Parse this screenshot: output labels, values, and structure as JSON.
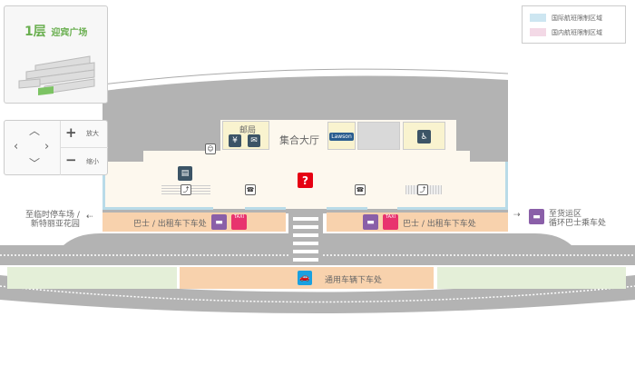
{
  "floor_card": {
    "floor": "1层",
    "name": "迎宾广场"
  },
  "nav": {
    "zoom_in": "放大",
    "zoom_out": "缩小"
  },
  "legend": [
    {
      "label": "国际航班限制区域",
      "color": "#cde6f1"
    },
    {
      "label": "国内航班限制区域",
      "color": "#f3d9e6"
    }
  ],
  "map": {
    "hall": "集合大厅",
    "post_office": "邮局",
    "lawson": "Lawson",
    "bus_taxi_left": "巴士 / 出租车下车处",
    "bus_taxi_right": "巴士 / 出租车下车处",
    "taxi": "TAXI",
    "left_exit": [
      "至临时停车场 /",
      "新特丽亚花园"
    ],
    "right_exit": [
      "至货运区",
      "循环巴士乘车处"
    ],
    "general_vehicle": "通用车辆下车处",
    "info": "?"
  }
}
